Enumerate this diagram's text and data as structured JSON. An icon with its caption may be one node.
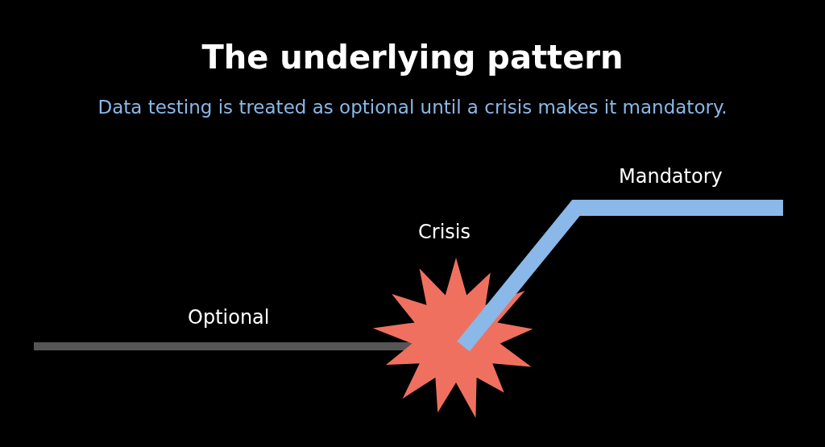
{
  "diagram": {
    "title": "The underlying pattern",
    "labels": [
      "Data testing is treated as optional until a crisis makes it mandatory.",
      "Mandatory",
      "Crisis",
      "Optional"
    ]
  }
}
